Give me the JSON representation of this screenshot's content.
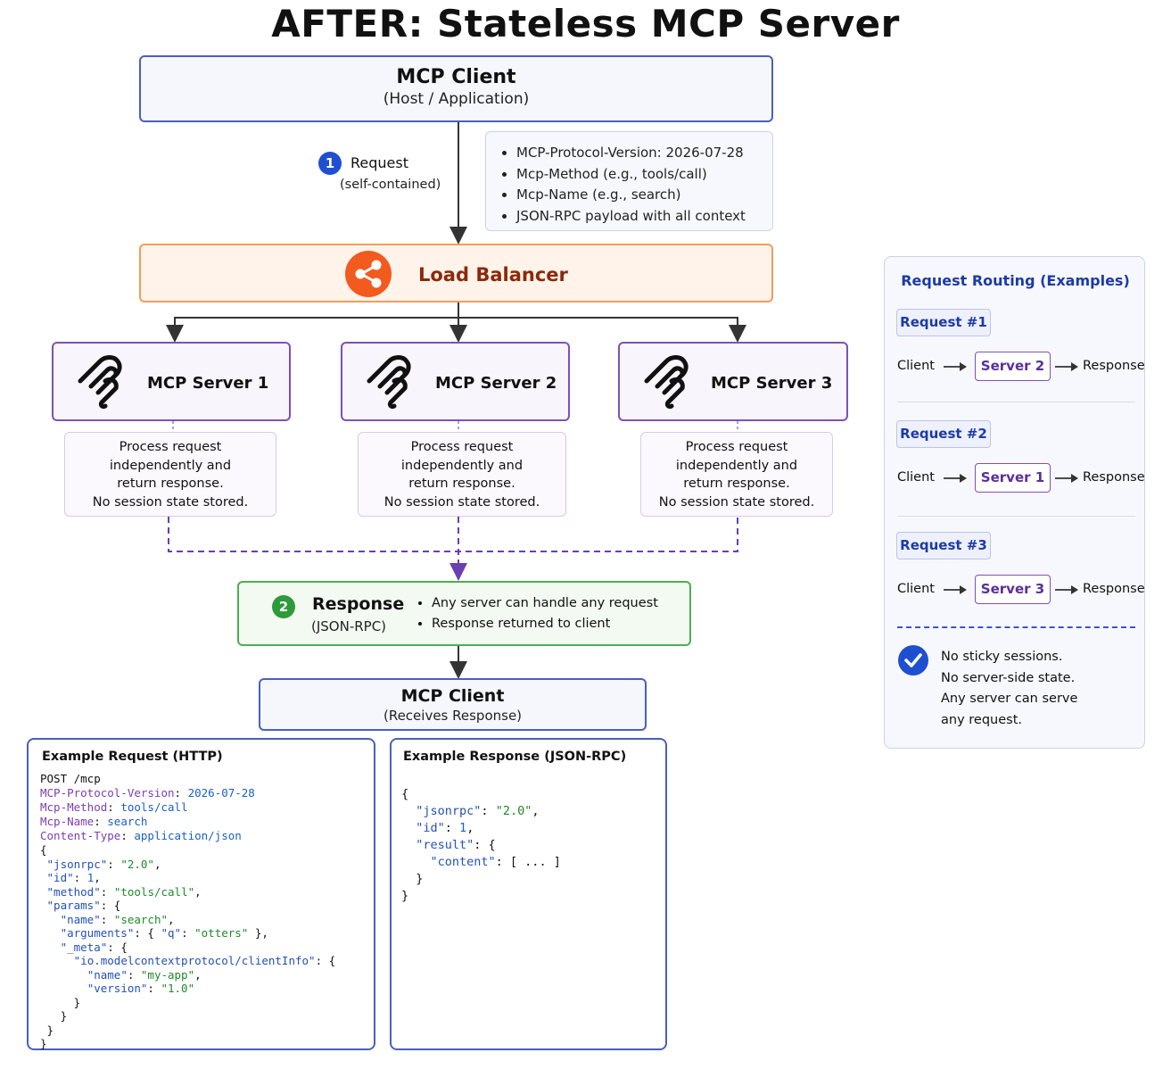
{
  "title": "AFTER: Stateless MCP Server",
  "client_top": {
    "title": "MCP Client",
    "subtitle": "(Host / Application)"
  },
  "request_step": {
    "number": "1",
    "label": "Request",
    "sublabel": "(self-contained)"
  },
  "request_headers": [
    "MCP-Protocol-Version: 2026-07-28",
    "Mcp-Method (e.g., tools/call)",
    "Mcp-Name (e.g., search)",
    "JSON-RPC payload with all context"
  ],
  "load_balancer": {
    "label": "Load Balancer",
    "icon": "share-icon"
  },
  "servers": [
    {
      "name": "MCP Server 1",
      "icon": "mcp-logo-icon"
    },
    {
      "name": "MCP Server 2",
      "icon": "mcp-logo-icon"
    },
    {
      "name": "MCP Server 3",
      "icon": "mcp-logo-icon"
    }
  ],
  "process_text": [
    "Process request",
    "independently and",
    "return response.",
    "No session state stored."
  ],
  "response_step": {
    "number": "2",
    "label": "Response",
    "sublabel": "(JSON-RPC)",
    "bullets": [
      "Any server can handle any request",
      "Response returned to client"
    ]
  },
  "client_bottom": {
    "title": "MCP Client",
    "subtitle": "(Receives Response)"
  },
  "example_request": {
    "title": "Example Request (HTTP)",
    "line": "POST /mcp",
    "headers": [
      {
        "key": "MCP-Protocol-Version",
        "value": "2026-07-28"
      },
      {
        "key": "Mcp-Method",
        "value": "tools/call"
      },
      {
        "key": "Mcp-Name",
        "value": "search"
      },
      {
        "key": "Content-Type",
        "value": "application/json"
      }
    ]
  },
  "example_response": {
    "title": "Example Response (JSON-RPC)"
  },
  "routing": {
    "title": "Request Routing (Examples)",
    "items": [
      {
        "request": "Request #1",
        "client": "Client",
        "server": "Server 2",
        "response": "Response"
      },
      {
        "request": "Request #2",
        "client": "Client",
        "server": "Server 1",
        "response": "Response"
      },
      {
        "request": "Request #3",
        "client": "Client",
        "server": "Server 3",
        "response": "Response"
      }
    ],
    "note": [
      "No sticky sessions.",
      "No server-side state.",
      "Any server can serve",
      "any request."
    ]
  },
  "colors": {
    "client": "#4a5fc1",
    "lb": "#f25a1e",
    "server": "#7a52b8",
    "response": "#4caf50",
    "step1": "#1f4fd1",
    "step2": "#2e9a3a"
  }
}
